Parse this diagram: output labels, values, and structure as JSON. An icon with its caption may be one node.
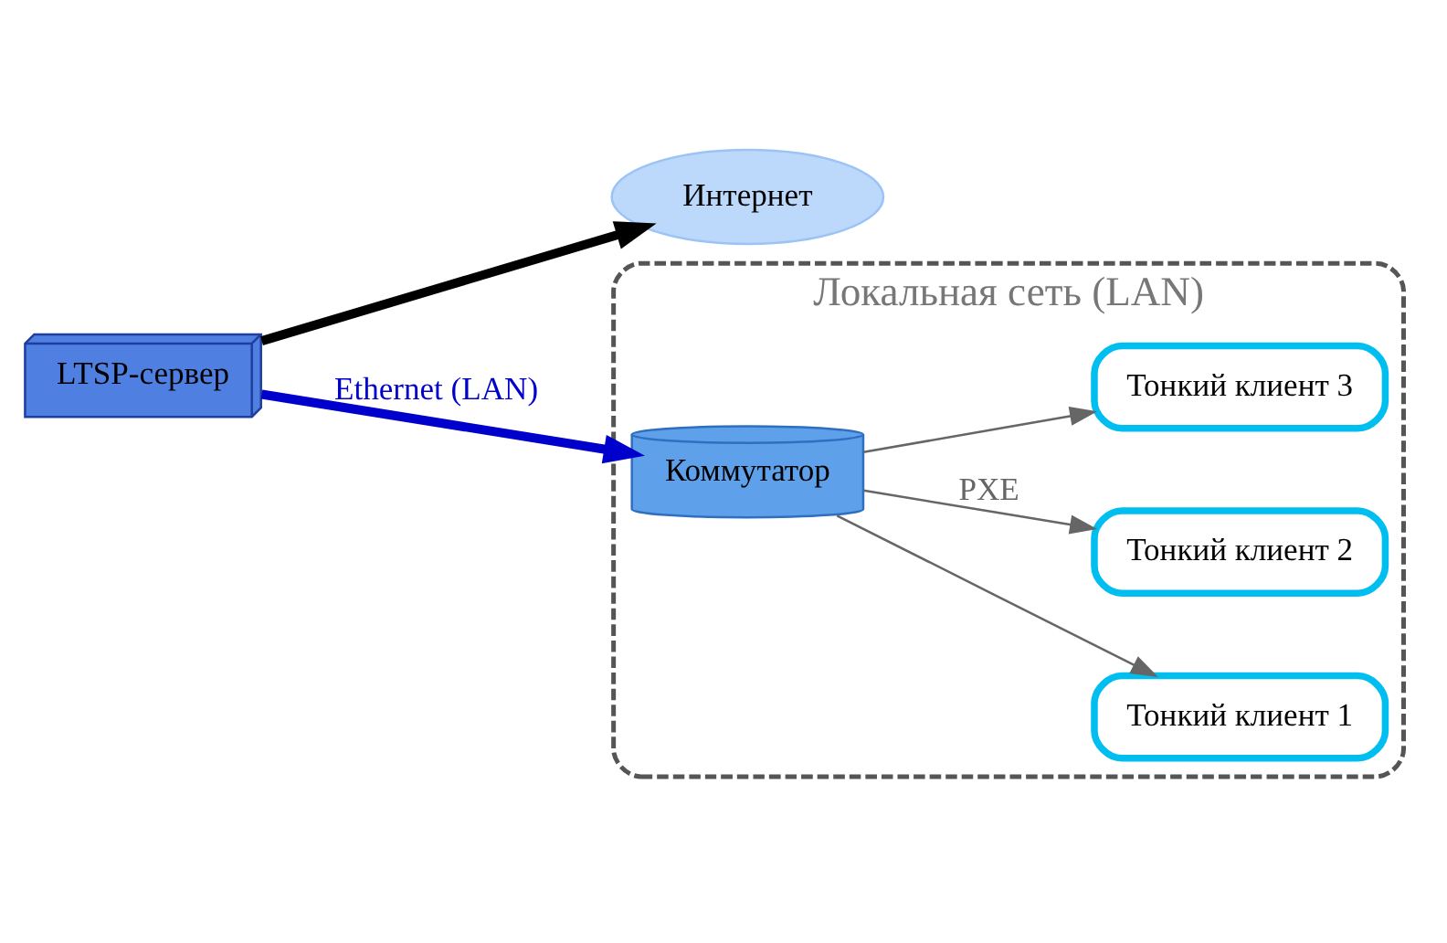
{
  "diagram": {
    "nodes": [
      {
        "text": [
          "Интернет"
        ]
      },
      {
        "text": [
          "LTSP-сервер"
        ]
      },
      {
        "text": [
          "Локальная сеть (LAN)"
        ]
      },
      {
        "text": [
          "Коммутатор"
        ],
        "in": 2
      },
      {
        "text": [
          "Тонкий клиент 1"
        ],
        "in": 2
      },
      {
        "text": [
          "Тонкий клиент 2"
        ],
        "in": 2
      },
      {
        "text": [
          "Тонкий клиент 3"
        ],
        "in": 2
      }
    ],
    "edges": [
      {
        "from": 1,
        "to": 0,
        "arrow": "to",
        "style": "thick",
        "color": "#000000"
      },
      {
        "from": 1,
        "to": 3,
        "arrow": "to",
        "label": "Ethernet (LAN)",
        "style": "thick",
        "color": "#0000cc"
      },
      {
        "from": 3,
        "to": 4,
        "arrow": "to"
      },
      {
        "from": 3,
        "to": 5,
        "arrow": "to",
        "label": "PXE"
      },
      {
        "from": 3,
        "to": 6,
        "arrow": "to"
      }
    ]
  }
}
